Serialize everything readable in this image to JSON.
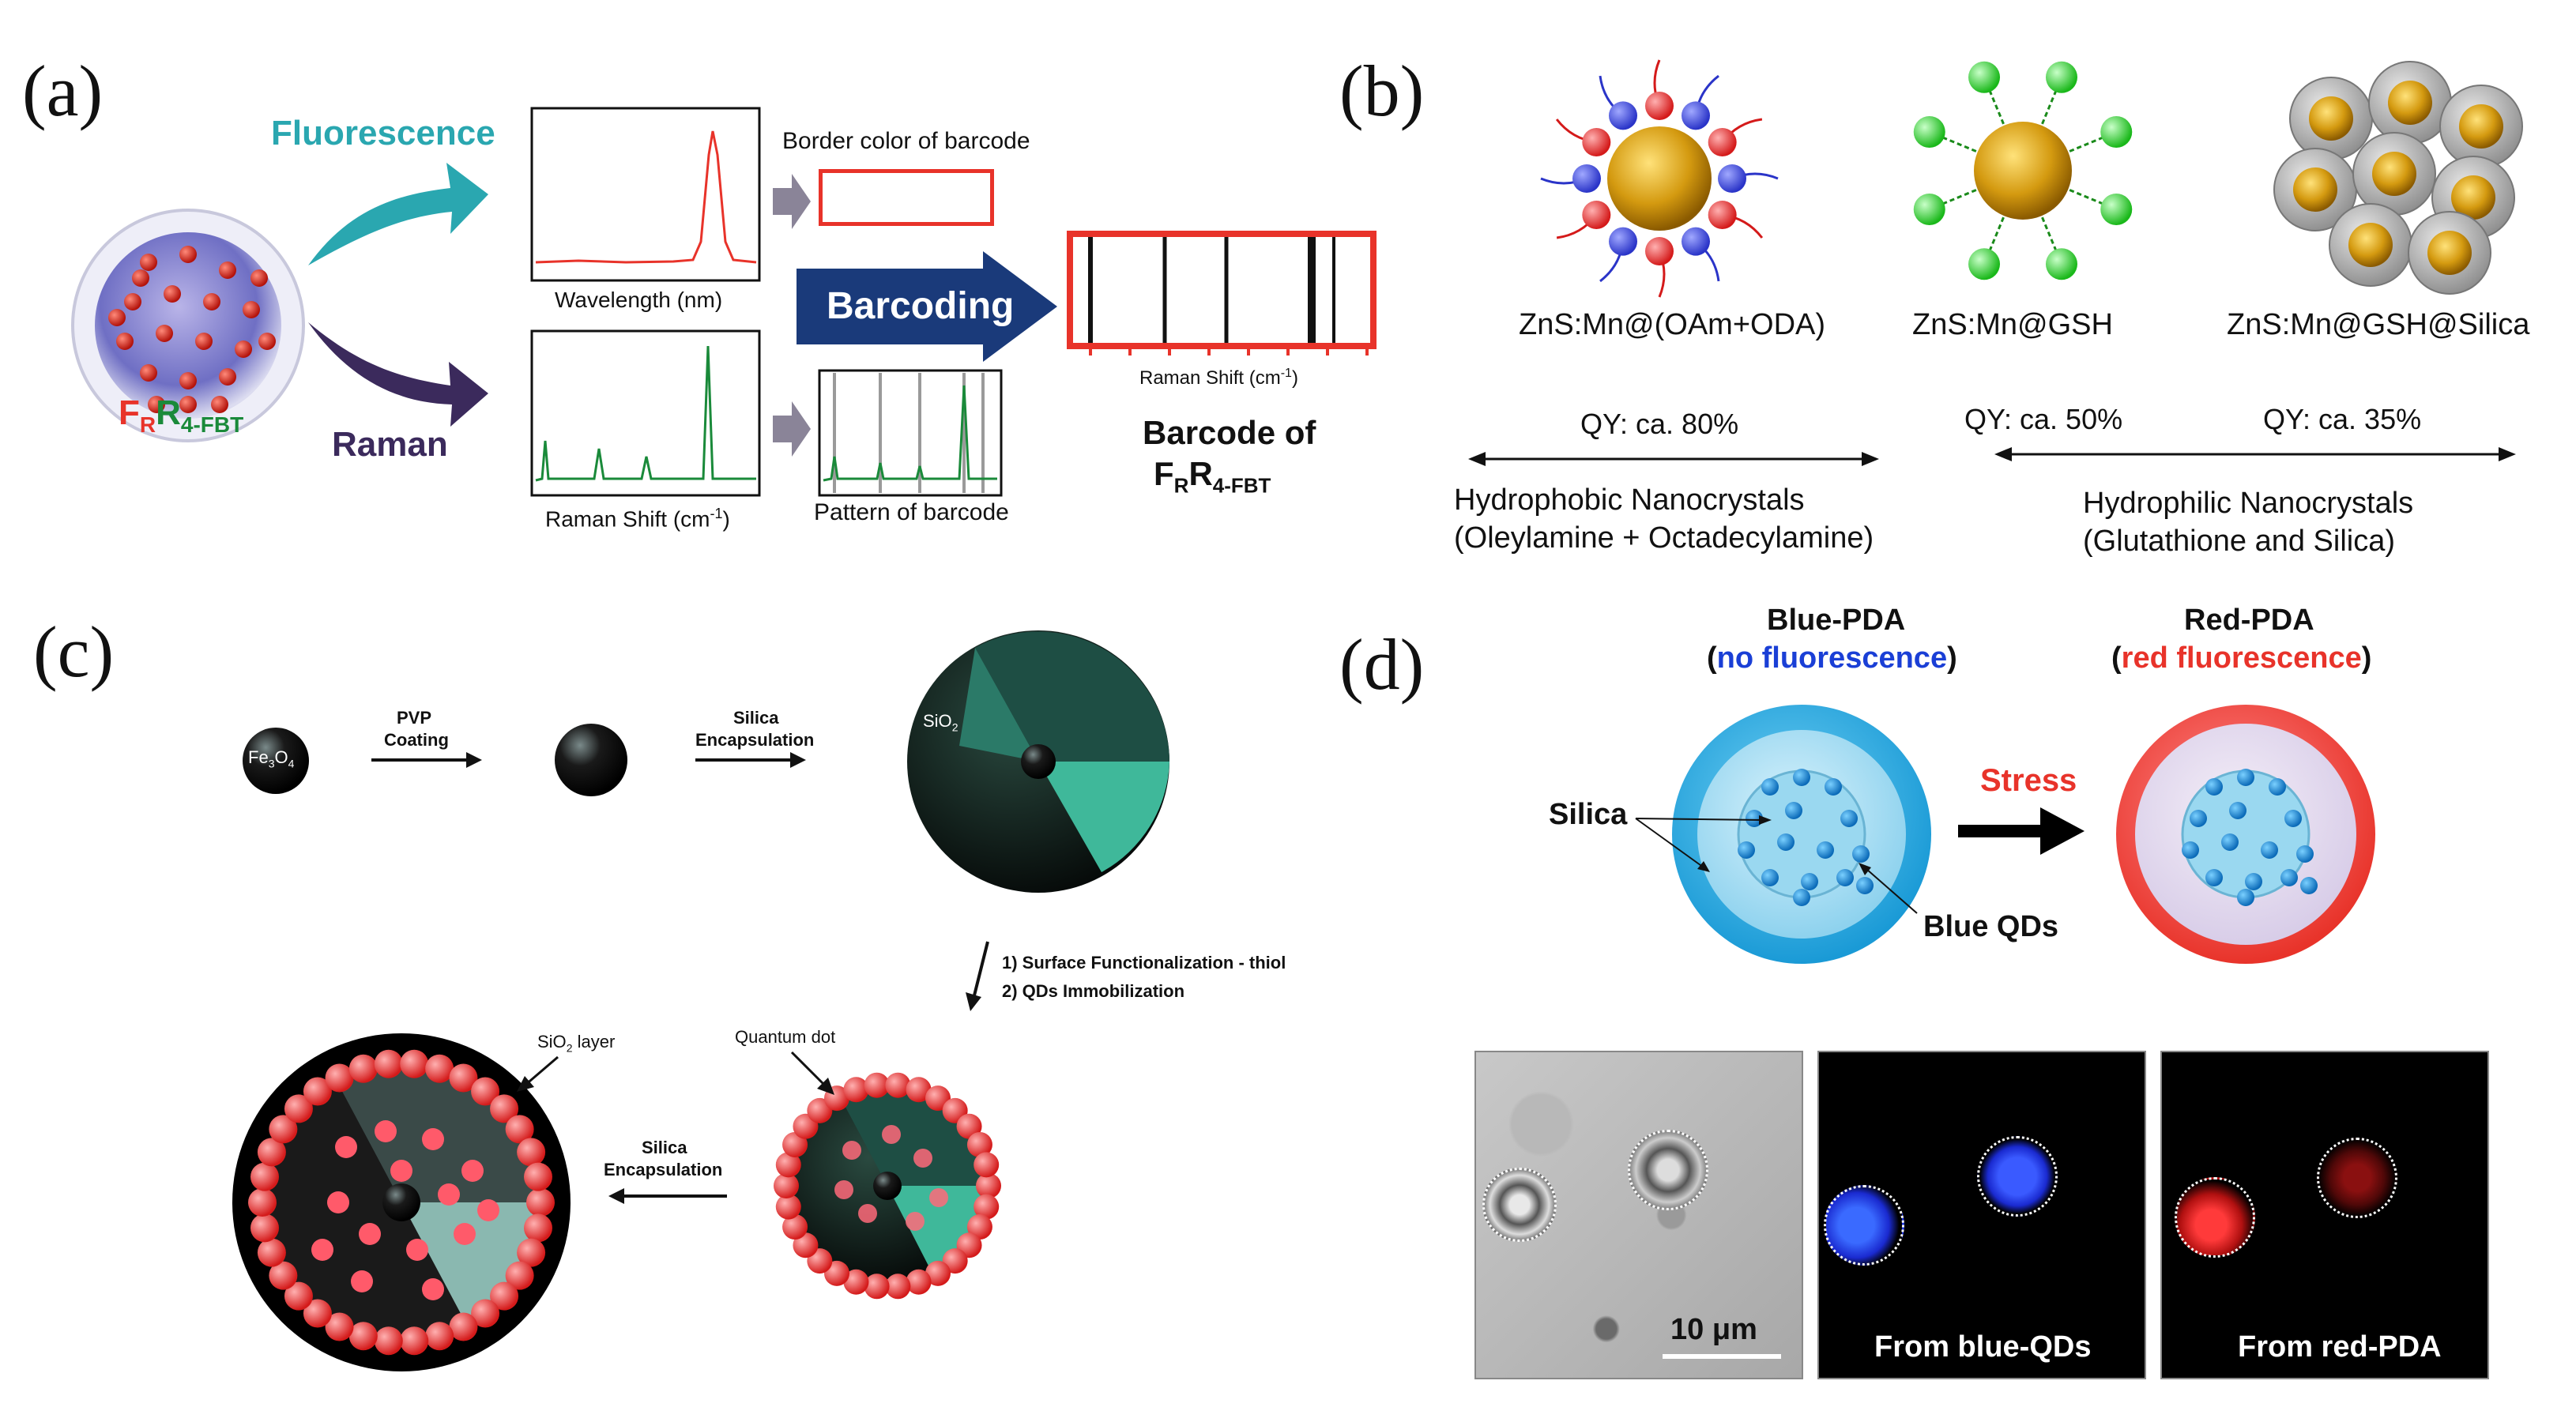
{
  "panel_a": {
    "label": "(a)",
    "fluorescence": "Fluorescence",
    "raman": "Raman",
    "particle_label_F": "F",
    "particle_label_R_sub": "R",
    "particle_label_R": "R",
    "particle_label_sub": "4-FBT",
    "wavelength_axis": "Wavelength (nm)",
    "raman_axis": "Raman Shift (cm",
    "raman_axis_sup": "-1",
    "raman_axis_end": ")",
    "border_color": "Border color of barcode",
    "pattern": "Pattern of barcode",
    "barcoding": "Barcoding",
    "barcode_axis": "Raman Shift (cm",
    "barcode_axis_sup": "-1",
    "barcode_axis_end": ")",
    "barcode_of": "Barcode of",
    "barcode_F": "F",
    "barcode_R_sub": "R",
    "barcode_R": "R",
    "barcode_sub": "4-FBT"
  },
  "panel_b": {
    "label": "(b)",
    "np1": "ZnS:Mn@(OAm+ODA)",
    "np2": "ZnS:Mn@GSH",
    "np3": "ZnS:Mn@GSH@Silica",
    "qy1": "QY: ca. 80%",
    "qy2": "QY: ca. 50%",
    "qy3": "QY: ca. 35%",
    "hydrophobic": "Hydrophobic Nanocrystals",
    "hydrophobic_sub": "(Oleylamine + Octadecylamine)",
    "hydrophilic": "Hydrophilic Nanocrystals",
    "hydrophilic_sub": "(Glutathione and Silica)"
  },
  "panel_c": {
    "label": "(c)",
    "fe3o4": "Fe",
    "fe_sub1": "3",
    "fe_o": "O",
    "fe_sub2": "4",
    "pvp": "PVP",
    "coating": "Coating",
    "silica1": "Silica",
    "encapsulation1": "Encapsulation",
    "sio2": "SiO",
    "sio2_sub": "2",
    "step1": "1)   Surface Functionalization - thiol",
    "step2": "2)   QDs Immobilization",
    "quantum_dot": "Quantum dot",
    "sio2_layer": "SiO",
    "sio2_layer_sub": "2",
    "sio2_layer_end": " layer",
    "silica2": "Silica",
    "encapsulation2": "Encapsulation"
  },
  "panel_d": {
    "label": "(d)",
    "blue_pda": "Blue-PDA",
    "no_fluor_open": "(",
    "no_fluor": "no fluorescence",
    "no_fluor_close": ")",
    "red_pda": "Red-PDA",
    "red_fluor_open": "(",
    "red_fluor": "red fluorescence",
    "red_fluor_close": ")",
    "silica": "Silica",
    "stress": "Stress",
    "blue_qds": "Blue QDs",
    "scale": "10 μm",
    "from_blue": "From blue-QDs",
    "from_red": "From red-PDA"
  },
  "colors": {
    "teal": "#2aa7b0",
    "purple": "#3b2a5c",
    "red": "#e8332a",
    "green": "#1a8a3a",
    "navy": "#1a3a7a",
    "blue_text": "#1a3fd6"
  }
}
